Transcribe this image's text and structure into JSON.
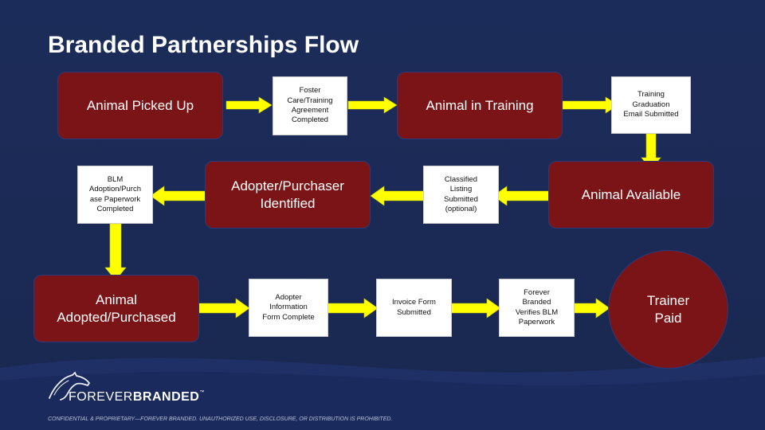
{
  "slide": {
    "title": "Branded Partnerships Flow",
    "colors": {
      "background": "#1b2a56",
      "stage_fill": "#7b1417",
      "arrow": "#ffff00",
      "document_fill": "#ffffff"
    }
  },
  "stages": {
    "picked_up": "Animal Picked Up",
    "in_training": "Animal in Training",
    "available": "Animal Available",
    "adopter_identified": "Adopter/Purchaser\nIdentified",
    "adopted": "Animal\nAdopted/Purchased",
    "trainer_paid": "Trainer\nPaid"
  },
  "documents": {
    "foster_agreement": "Foster\nCare/Training\nAgreement\nCompleted",
    "training_graduation": "Training\nGraduation\nEmail Submitted",
    "classified_listing": "Classified\nListing\nSubmitted\n(optional)",
    "blm_paperwork": "BLM\nAdoption/Purch\nase Paperwork\nCompleted",
    "adopter_info_form": "Adopter\nInformation\nForm Complete",
    "invoice_form": "Invoice Form\nSubmitted",
    "verifies_blm": "Forever\nBranded\nVerifies BLM\nPaperwork"
  },
  "logo": {
    "text_regular": "FOREVER",
    "text_bold": "BRANDED",
    "trademark": "™",
    "icon": "horse-head-icon"
  },
  "footer": {
    "confidential": "CONFIDENTIAL & PROPRIETARY—FOREVER BRANDED. UNAUTHORIZED USE, DISCLOSURE, OR DISTRIBUTION IS PROHIBITED."
  }
}
